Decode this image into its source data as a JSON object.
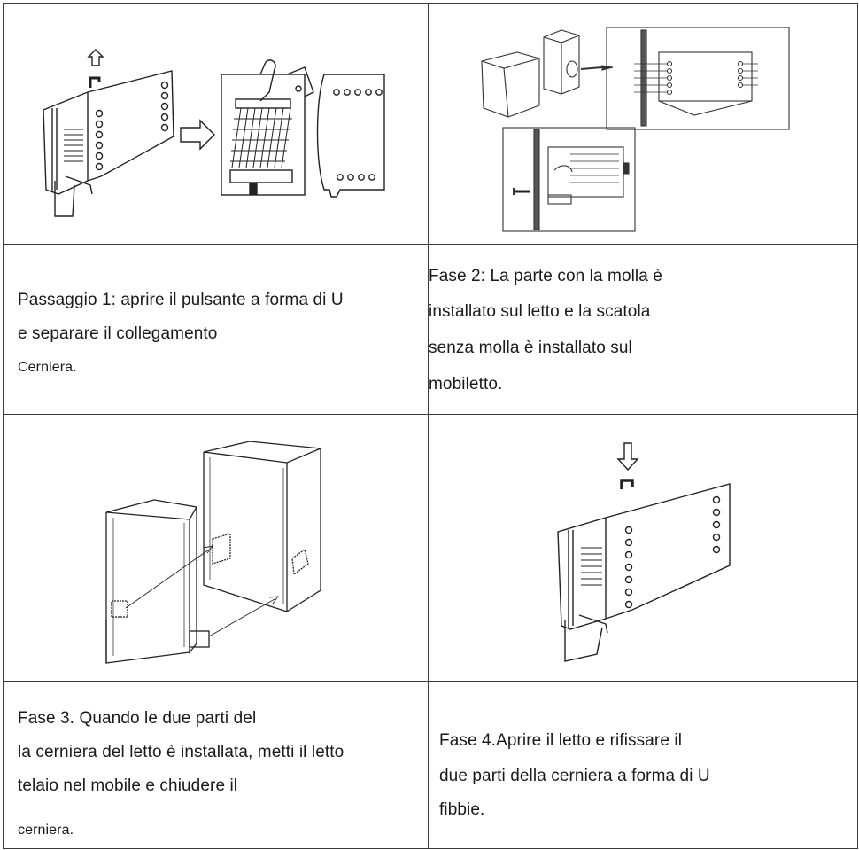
{
  "steps": [
    {
      "lines": [
        "Passaggio 1: aprire il pulsante a forma di U",
        "e separare il collegamento",
        "Cerniera."
      ]
    },
    {
      "lines": [
        "Fase 2: La parte con la molla è",
        "installato sul letto e la scatola",
        "senza molla è installato sul",
        "mobiletto."
      ]
    },
    {
      "lines": [
        "Fase 3. Quando le due parti del",
        "la cerniera del letto è installata, metti il letto",
        "telaio nel mobile e chiudere il",
        "cerniera."
      ]
    },
    {
      "lines": [
        "Fase 4.Aprire il letto e rifissare il",
        "due parti della cerniera a forma di U",
        "fibbie."
      ]
    }
  ]
}
